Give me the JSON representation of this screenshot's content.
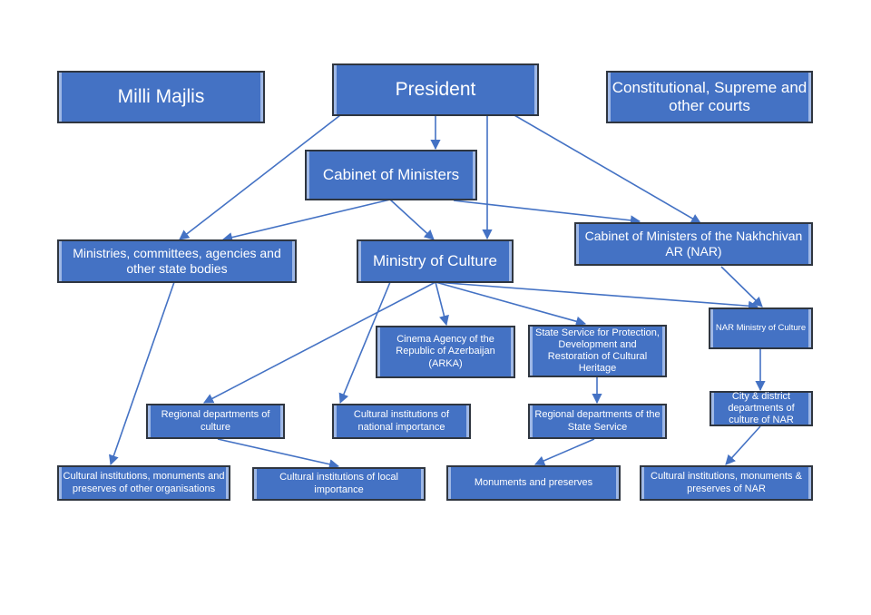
{
  "nodes": {
    "milli_majlis": "Milli Majlis",
    "president": "President",
    "courts": "Constitutional, Supreme and other courts",
    "cabinet": "Cabinet of Ministers",
    "ministries": "Ministries, committees, agencies and other state bodies",
    "ministry_culture": "Ministry of Culture",
    "cabinet_nar": "Cabinet of Ministers of the Nakhchivan AR (NAR)",
    "cinema_agency": "Cinema Agency of the Republic of Azerbaijan (ARKA)",
    "state_service": "State Service for Protection, Development and Restoration of Cultural Heritage",
    "nar_ministry": "NAR Ministry of Culture",
    "regional_culture": "Regional departments of culture",
    "national_institutions": "Cultural institutions of national importance",
    "regional_state_service": "Regional departments of the State Service",
    "city_district_nar": "City & district departments of culture of NAR",
    "other_org_institutions": "Cultural institutions, monuments and preserves of other organisations",
    "local_institutions": "Cultural institutions of local importance",
    "monuments_preserves": "Monuments and preserves",
    "nar_institutions": "Cultural institutions,  monuments & preserves of NAR"
  },
  "colors": {
    "box_fill": "#4472c4",
    "box_border": "#2f3640",
    "connector": "#4472c4"
  }
}
